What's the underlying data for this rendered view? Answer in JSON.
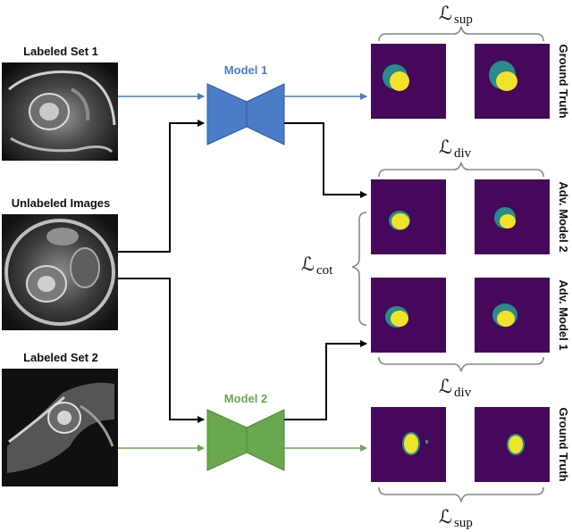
{
  "inputs": {
    "labeled_set_1": "Labeled Set 1",
    "unlabeled": "Unlabeled Images",
    "labeled_set_2": "Labeled Set 2"
  },
  "models": {
    "model_1": "Model 1",
    "model_2": "Model 2"
  },
  "losses": {
    "sup_top": {
      "script": "ℒ",
      "sub": "sup"
    },
    "div_top": {
      "script": "ℒ",
      "sub": "div"
    },
    "cot": {
      "script": "ℒ",
      "sub": "cot"
    },
    "div_bottom": {
      "script": "ℒ",
      "sub": "div"
    },
    "sup_bottom": {
      "script": "ℒ",
      "sub": "sup"
    }
  },
  "side_labels": {
    "ground_truth_top": "Ground Truth",
    "adv_model_2": "Adv. Model 2",
    "adv_model_1": "Adv. Model 1",
    "ground_truth_bottom": "Ground Truth"
  },
  "colors": {
    "model_1": "#4a7cc7",
    "model_2": "#6aa84f",
    "mask_background": "#45085a",
    "mask_outer": "#2a8a8c",
    "mask_inner": "#f0e32a",
    "arrow_black": "#000000"
  }
}
